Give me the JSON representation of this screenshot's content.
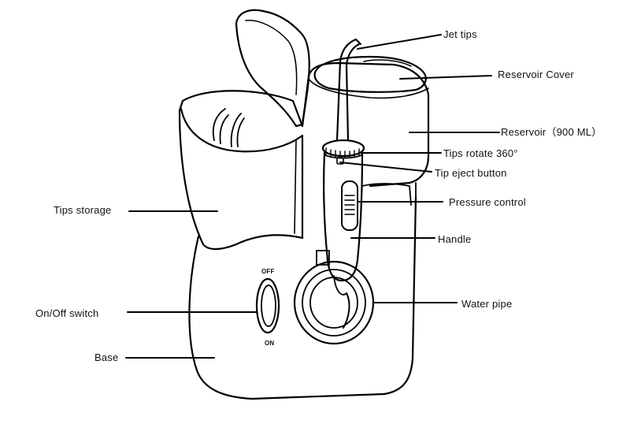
{
  "diagram": {
    "labels": {
      "jet_tips": "Jet tips",
      "reservoir_cover": "Reservoir Cover",
      "reservoir": "Reservoir（900 ML）",
      "tips_rotate": "Tips rotate 360°",
      "tip_eject": "Tip eject button",
      "pressure_control": "Pressure control",
      "handle": "Handle",
      "water_pipe": "Water pipe",
      "tips_storage": "Tips storage",
      "on_off_switch": "On/Off switch",
      "base": "Base"
    },
    "switch_marks": {
      "off": "OFF",
      "on": "ON"
    }
  },
  "colors": {
    "line": "#000000",
    "background": "#ffffff"
  }
}
